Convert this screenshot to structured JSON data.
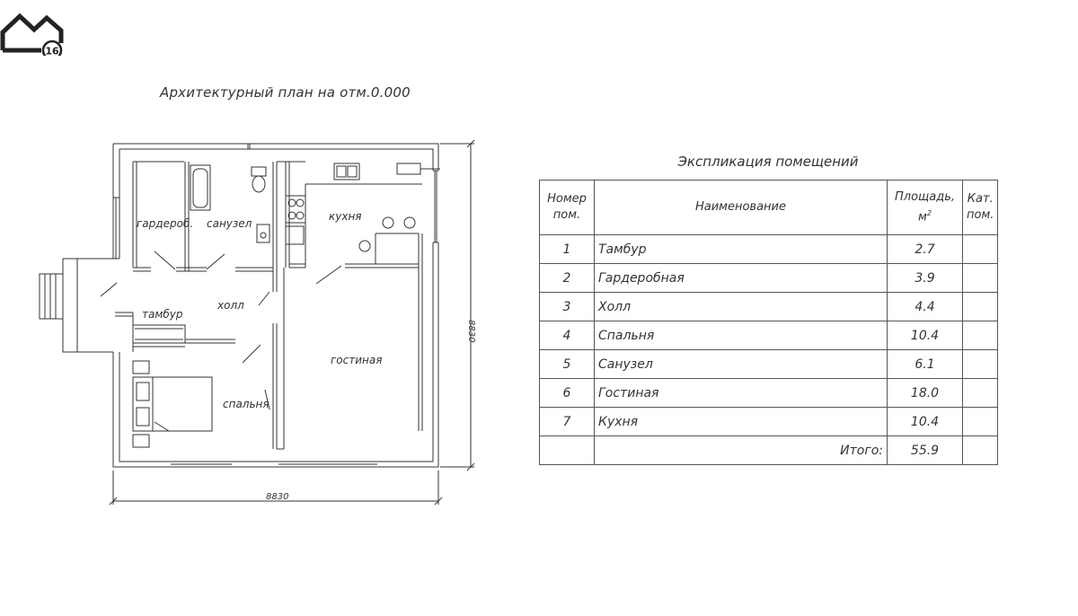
{
  "logo": {
    "number": "16",
    "icon": "house-logo-icon"
  },
  "plan": {
    "title": "Архитектурный план на отм.0.000",
    "dim_width": "8830",
    "dim_height": "8830",
    "rooms": {
      "wardrobe": "гардероб.",
      "bathroom": "санузел",
      "kitchen": "кухня",
      "hall": "холл",
      "vestibule": "тамбур",
      "living": "гостиная",
      "bedroom": "спальня"
    }
  },
  "explication": {
    "title": "Экспликация помещений",
    "headers": {
      "number_line1": "Номер",
      "number_line2": "пом.",
      "name": "Наименование",
      "area_line1": "Площадь,",
      "area_unit": "м",
      "area_sup": "2",
      "cat_line1": "Кат.",
      "cat_line2": "пом."
    },
    "rows": [
      {
        "num": "1",
        "name": "Тамбур",
        "area": "2.7",
        "cat": ""
      },
      {
        "num": "2",
        "name": "Гардеробная",
        "area": "3.9",
        "cat": ""
      },
      {
        "num": "3",
        "name": "Холл",
        "area": "4.4",
        "cat": ""
      },
      {
        "num": "4",
        "name": "Спальня",
        "area": "10.4",
        "cat": ""
      },
      {
        "num": "5",
        "name": "Санузел",
        "area": "6.1",
        "cat": ""
      },
      {
        "num": "6",
        "name": "Гостиная",
        "area": "18.0",
        "cat": ""
      },
      {
        "num": "7",
        "name": "Кухня",
        "area": "10.4",
        "cat": ""
      }
    ],
    "total_label": "Итого:",
    "total_value": "55.9"
  }
}
